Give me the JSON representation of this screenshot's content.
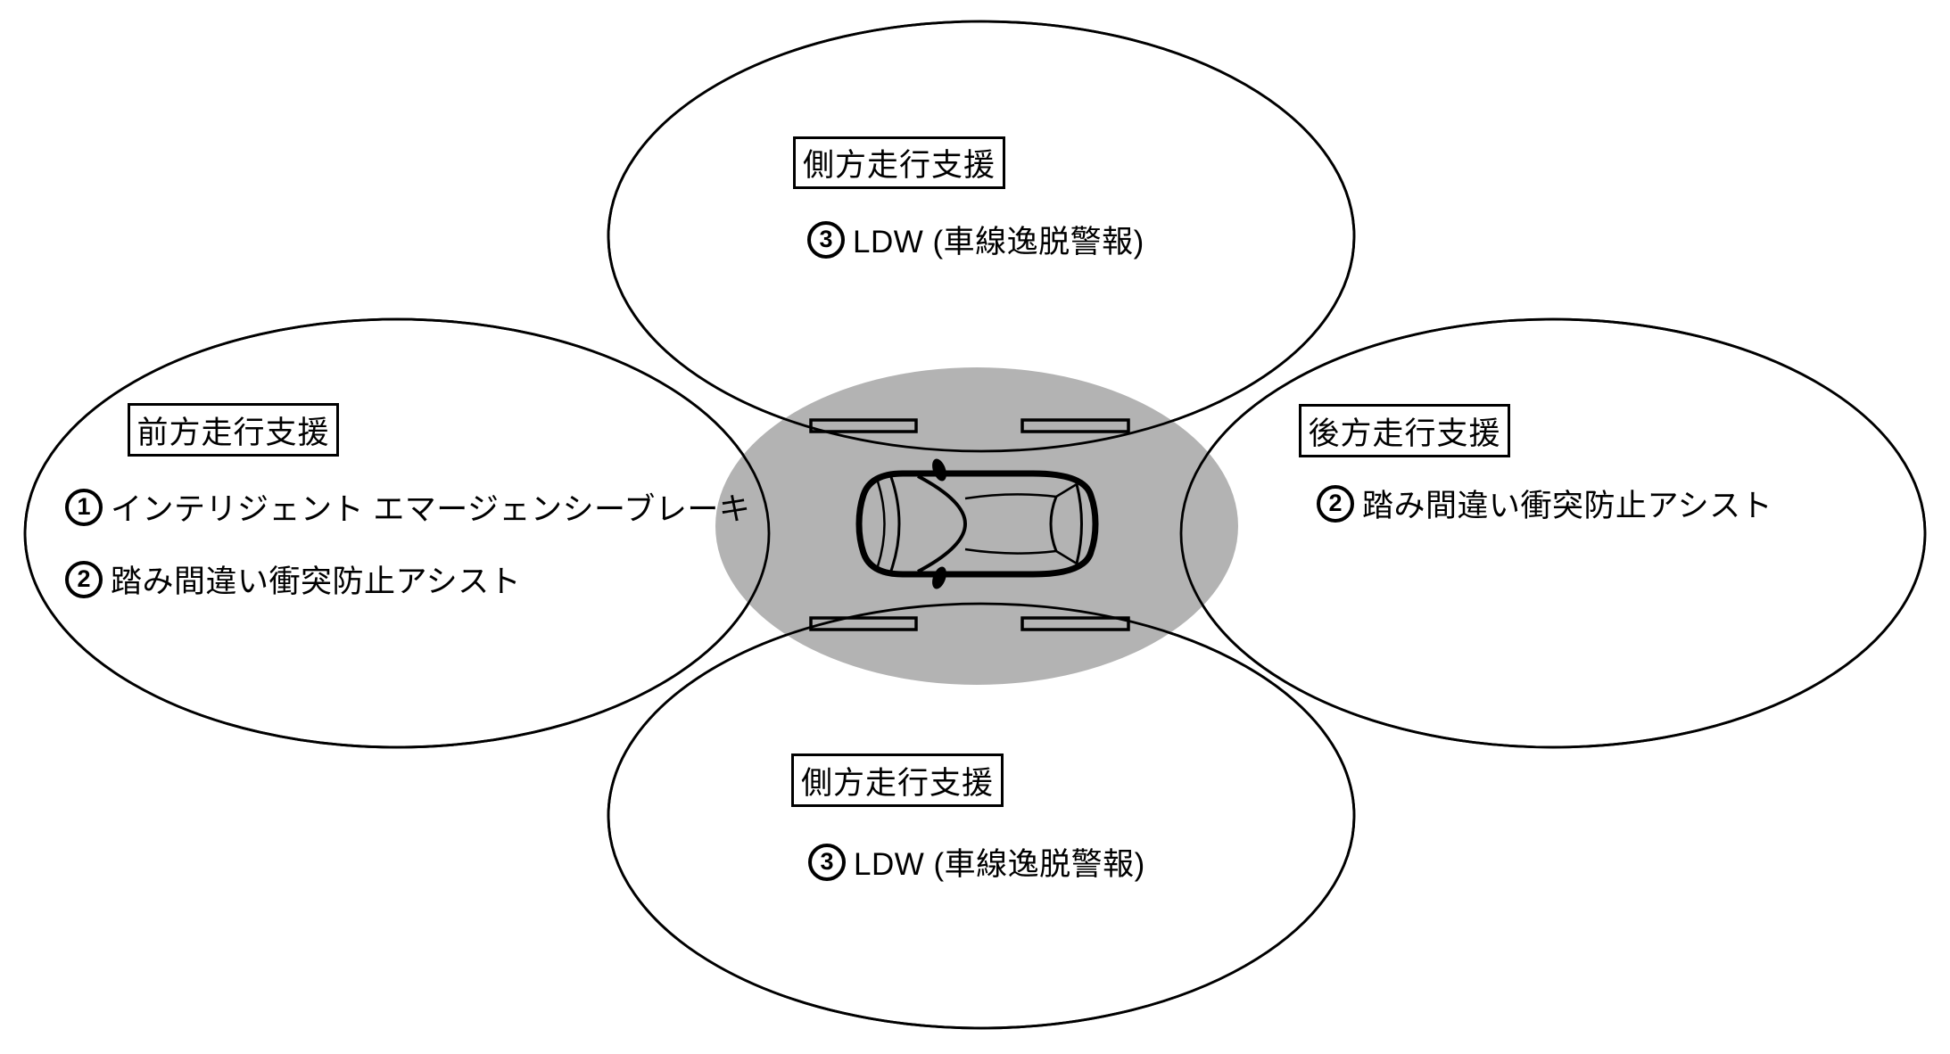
{
  "colors": {
    "zone_fill": "#b3b3b3",
    "line": "#000000",
    "background": "#ffffff"
  },
  "regions": {
    "top": {
      "label": "側方走行支援",
      "items": [
        {
          "num": "3",
          "text": "LDW (車線逸脱警報)"
        }
      ]
    },
    "front": {
      "label": "前方走行支援",
      "items": [
        {
          "num": "1",
          "text": "インテリジェント エマージェンシーブレーキ"
        },
        {
          "num": "2",
          "text": "踏み間違い衝突防止アシスト"
        }
      ]
    },
    "rear": {
      "label": "後方走行支援",
      "items": [
        {
          "num": "2",
          "text": "踏み間違い衝突防止アシスト"
        }
      ]
    },
    "bottom": {
      "label": "側方走行支援",
      "items": [
        {
          "num": "3",
          "text": "LDW (車線逸脱警報)"
        }
      ]
    }
  }
}
